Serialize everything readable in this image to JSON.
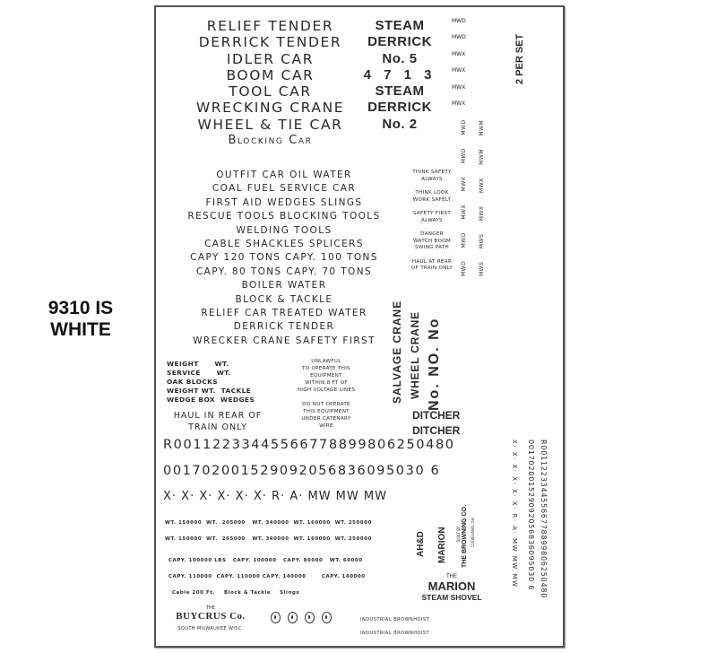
{
  "side_note": {
    "line1": "9310 IS",
    "line2": "WHITE"
  },
  "sheet": {
    "column_a": [
      "RELIEF TENDER",
      "DERRICK TENDER",
      "IDLER CAR",
      "BOOM CAR",
      "TOOL CAR",
      "WRECKING CRANE",
      "WHEEL & TIE CAR",
      "Blocking Car"
    ],
    "column_b": [
      "STEAM",
      "DERRICK",
      "No. 5",
      "4 7 1 3",
      "STEAM",
      "DERRICK",
      "No. 2"
    ],
    "reporting_marks": [
      "MWD",
      "MWD",
      "MWX",
      "MWX",
      "MWX",
      "MWX"
    ],
    "per_set_note": "2 PER SET",
    "vertical_marks": {
      "col1": [
        "MWD",
        "MWD",
        "MWX",
        "MWX",
        "MWD",
        "MWD"
      ],
      "col2": [
        "MWM",
        "MWM",
        "MWX",
        "MWX",
        "MWS",
        "MWS"
      ]
    },
    "middle_lines": [
      "OUTFIT CAR  OIL  WATER",
      "COAL  FUEL  SERVICE CAR",
      "FIRST AID   WEDGES  SLINGS",
      "RESCUE TOOLS BLOCKING TOOLS",
      "WELDING TOOLS",
      "CABLE SHACKLES SPLICERS",
      "CAPY 120 TONS  CAPY. 100 TONS",
      "CAPY. 80 TONS  CAPY. 70 TONS",
      "BOILER WATER",
      "BLOCK & TACKLE",
      "RELIEF CAR  TREATED WATER",
      "DERRICK TENDER",
      "WRECKER CRANE SAFETY FIRST"
    ],
    "safety_signs": [
      [
        "THINK SAFETY",
        "ALWAYS"
      ],
      [
        "THINK LOOK",
        "WORK SAFELY"
      ],
      [
        "SAFETY FIRST",
        "ALWAYS"
      ],
      [
        "DANGER",
        "WATCH BOOM",
        "SWING PATH"
      ],
      [
        "HAUL AT REAR",
        "OF TRAIN ONLY"
      ]
    ],
    "weight_block": [
      "WEIGHT      WT.",
      "SERVICE      WT.",
      "OAK BLOCKS",
      "WEIGHT WT.  TACKLE",
      "WEDGE BOX  WEDGES"
    ],
    "haul_rear": [
      "HAUL IN REAR OF",
      "TRAIN ONLY"
    ],
    "unlawful": [
      "UNLAWFUL",
      "TO OPERATE THIS",
      "EQUIPMENT",
      "WITHIN 8 FT OF",
      "HIGH VOLTAGE LINES"
    ],
    "do_not_operate": [
      "DO NOT OPERATE",
      "THIS EQUIPMENT",
      "UNDER CATENARY",
      "WIRE"
    ],
    "crane_labels": [
      "SALVAGE  CRANE",
      "WHEEL CRANE"
    ],
    "number_marks": "No.  NO.  No",
    "ditcher": [
      "DITCHER",
      "DITCHER"
    ],
    "number_rows": [
      "R00112233445566778899806250480",
      "001702001529092056836095030 6",
      "X· X· X· X· X· X· R· A· MW   MW   MW"
    ],
    "weight_rows": [
      "WT. 150000  WT.  205000   WT. 340000  WT. 160000  WT. 250000",
      "WT. 150000  WT.  205000   WT. 340000  WT. 160000  WT. 250000"
    ],
    "capy_rows": [
      "CAPY. 100000 LBS   CAPY. 100000   CAPY. 80000   WT. 60000",
      "CAPY. 110000  CAPY. 110000 CAPY. 140000       CAPY. 140000"
    ],
    "cable_row": "Cable 200 Ft.    Block & Tackle    Slings",
    "buycrus": {
      "the": "THE",
      "name": "BUYCRUS Co.",
      "location": "SOUTH MILWAUKEE WISC."
    },
    "brownhoist": [
      "INDUSTRIAL BROWNHOIST",
      "INDUSTRIAL BROWNHOIST"
    ],
    "builders_vertical": {
      "ahd": "AH&D",
      "marion": "MARION",
      "built_by": "BUILT BY",
      "browning": "THE BROWNING CO.",
      "city": "CLEVELAND, OH."
    },
    "marion_steam_shovel": {
      "the": "THE",
      "name": "MARION",
      "type": "STEAM SHOVEL"
    },
    "vertical_numbers": [
      "R00112233445566778899806250480",
      "001702001529092056836095030 6",
      "X· X· X· X· X· X· R· A· MW   MW   MW"
    ]
  }
}
